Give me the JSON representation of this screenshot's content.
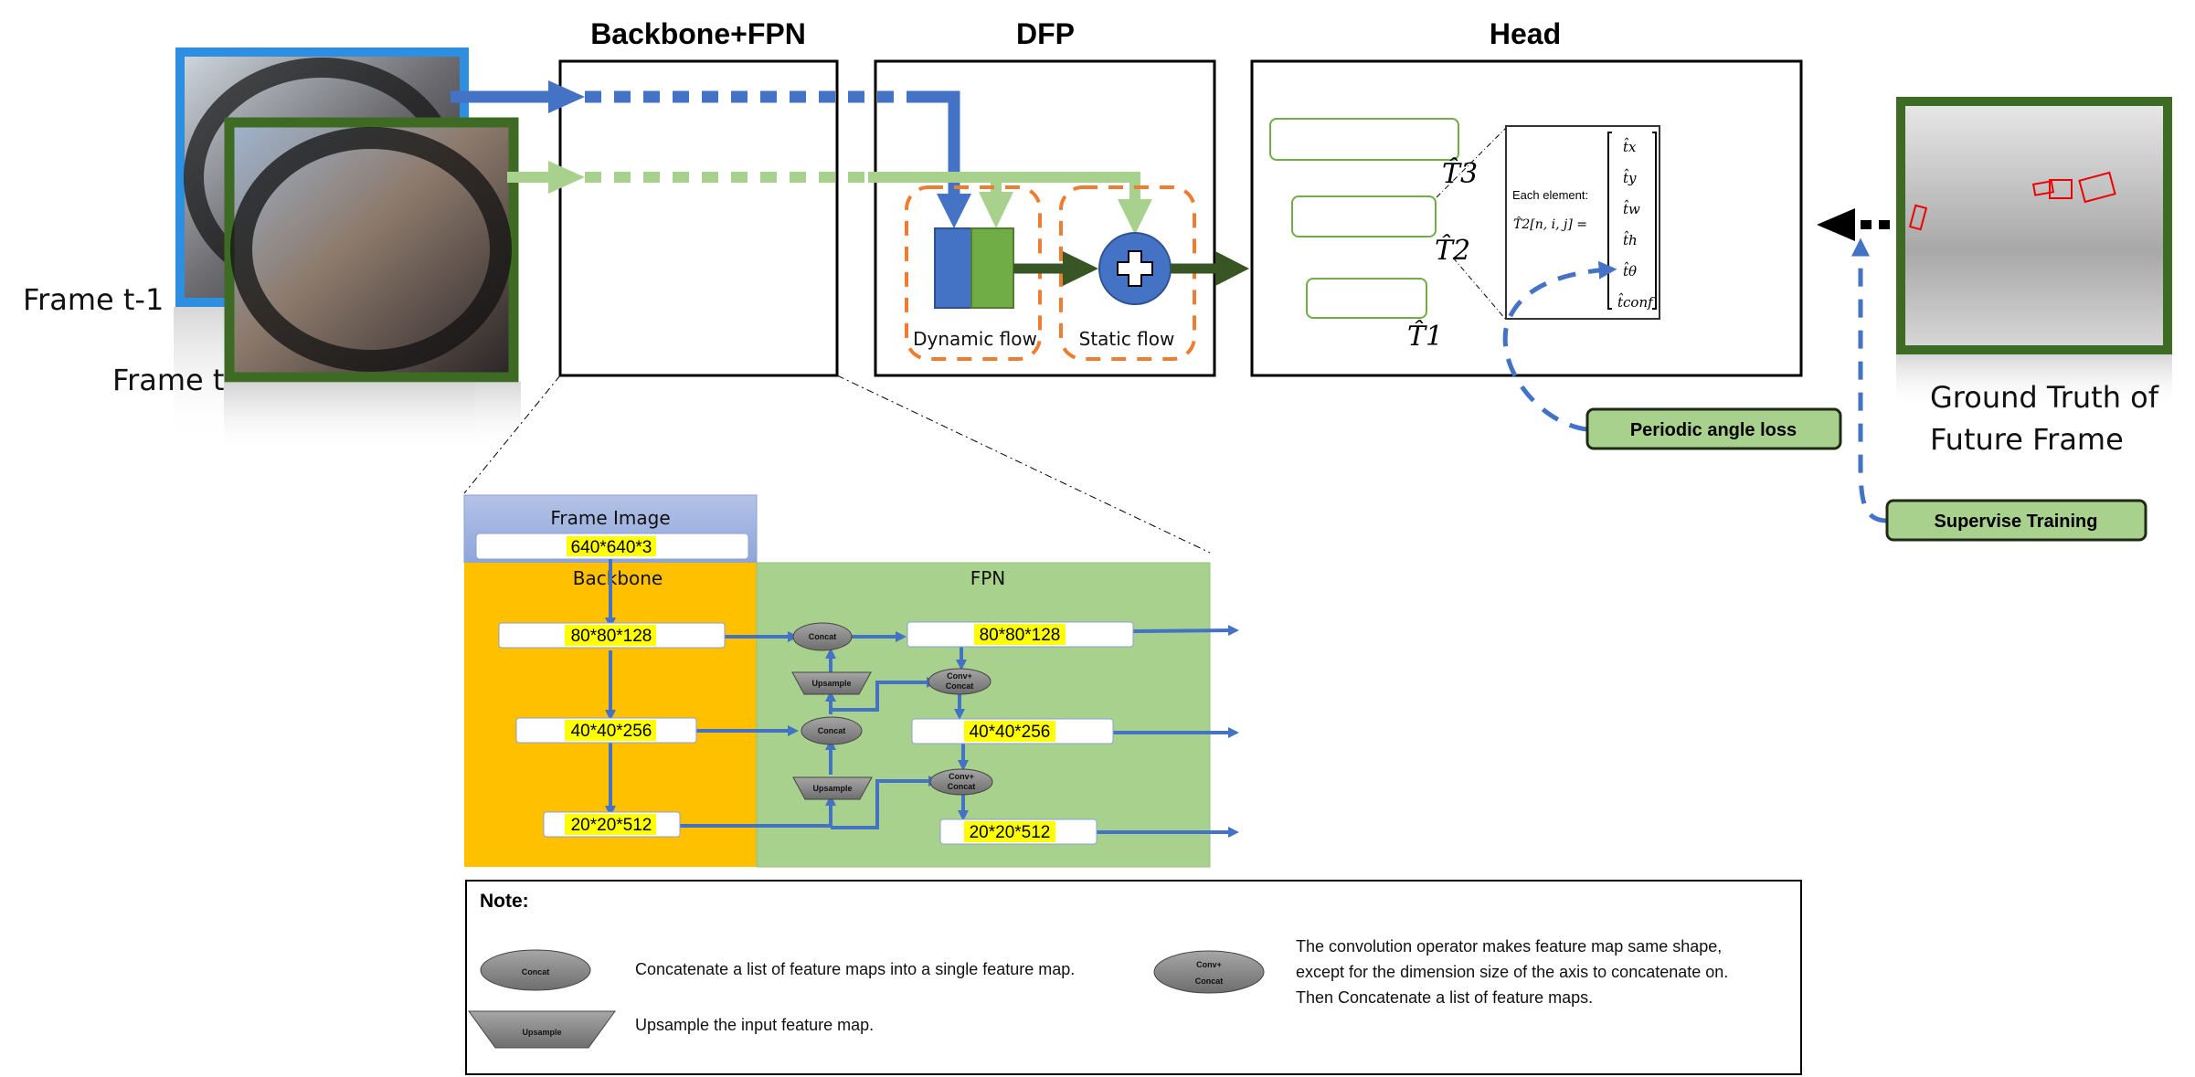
{
  "titles": {
    "backbone_fpn": "Backbone+FPN",
    "dfp": "DFP",
    "head": "Head"
  },
  "inputs": {
    "frame_prev": "Frame t-1",
    "frame_curr": "Frame t"
  },
  "dfp": {
    "dynamic_flow": "Dynamic flow",
    "static_flow": "Static flow"
  },
  "head": {
    "outputs": [
      "T̂3",
      "T̂2",
      "T̂1"
    ],
    "each_element_label": "Each element:",
    "formula": "T̂2[n, i, j] =",
    "vector": [
      "t̂x",
      "t̂y",
      "t̂w",
      "t̂h",
      "t̂θ",
      "t̂conf"
    ]
  },
  "losses": {
    "periodic_angle_loss": "Periodic angle loss",
    "supervise_training": "Supervise Training"
  },
  "ground_truth": {
    "line1": "Ground Truth of",
    "line2": "Future Frame"
  },
  "detail": {
    "frame_image": "Frame Image",
    "input_dim": "640*640*3",
    "backbone": "Backbone",
    "fpn": "FPN",
    "backbone_dims": [
      "80*80*128",
      "40*40*256",
      "20*20*512"
    ],
    "fpn_dims": [
      "80*80*128",
      "40*40*256",
      "20*20*512"
    ],
    "concat": "Concat",
    "upsample": "Upsample",
    "conv_concat": [
      "Conv+",
      "Concat"
    ]
  },
  "note": {
    "heading": "Note:",
    "concat_label": "Concat",
    "concat_desc": "Concatenate a list of feature maps into a single feature map.",
    "upsample_label": "Upsample",
    "upsample_desc": "Upsample the input feature map.",
    "conv_concat_label": [
      "Conv+",
      "Concat"
    ],
    "conv_concat_desc": [
      "The convolution operator makes feature map same shape,",
      "except for the dimension size of the axis to concatenate on.",
      "Then Concatenate a list of feature maps."
    ]
  },
  "colors": {
    "blue": "#4472C4",
    "light_green": "#A9D18E",
    "dark_green": "#375623",
    "orange": "#ED7D31",
    "backbone_bg": "#FFC000",
    "fpn_bg": "#A9D18E",
    "highlight": "#FFFF00",
    "button_bg": "#A9D18E"
  }
}
